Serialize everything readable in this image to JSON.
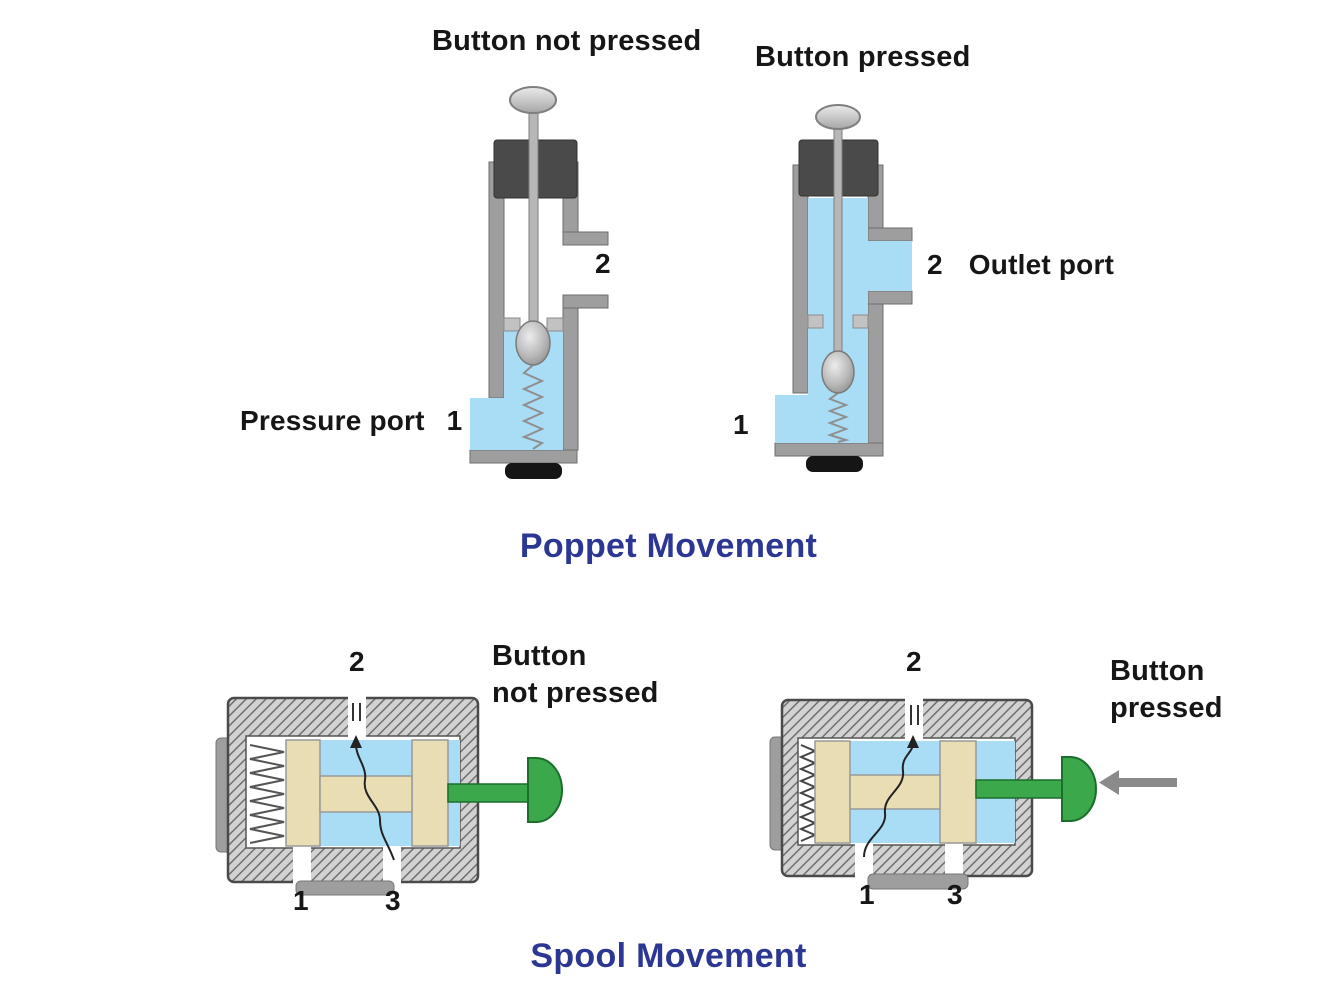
{
  "poppet": {
    "title": "Poppet Movement",
    "left": {
      "state_label": "Button not pressed",
      "port2": "2",
      "pressure_port": "Pressure port",
      "port1": "1"
    },
    "right": {
      "state_label": "Button pressed",
      "port2": "2",
      "outlet_port": "Outlet port",
      "port1": "1"
    }
  },
  "spool": {
    "title": "Spool Movement",
    "left": {
      "state_line1": "Button",
      "state_line2": "not pressed",
      "port2": "2",
      "port1": "1",
      "port3": "3"
    },
    "right": {
      "state_line1": "Button",
      "state_line2": "pressed",
      "port2": "2",
      "port1": "1",
      "port3": "3"
    }
  },
  "colors": {
    "fluid": "#a9ddf5",
    "housing_gray": "#9e9e9e",
    "actuator_dark": "#4a4a4a",
    "spool_tan": "#e9ddb4",
    "button_green": "#3aa84b",
    "title_blue": "#2b3793"
  }
}
